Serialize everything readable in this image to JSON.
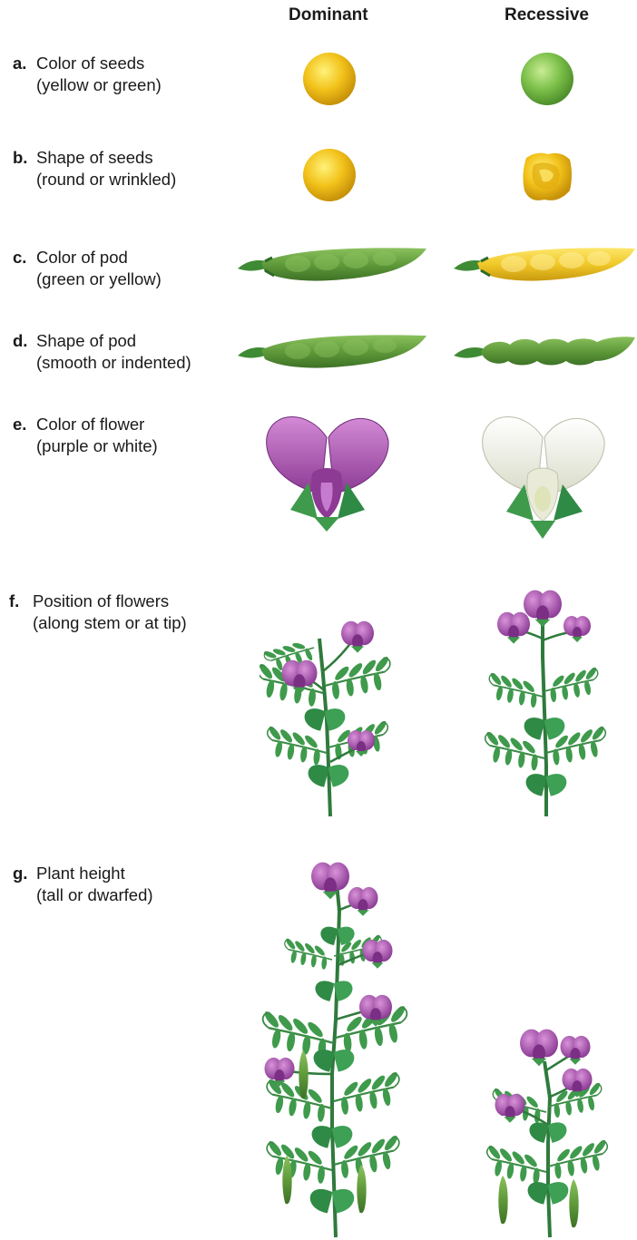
{
  "headers": {
    "dominant": "Dominant",
    "recessive": "Recessive"
  },
  "traits": [
    {
      "letter": "a.",
      "name": "Color of seeds",
      "options": "(yellow or green)"
    },
    {
      "letter": "b.",
      "name": "Shape of seeds",
      "options": "(round or wrinkled)"
    },
    {
      "letter": "c.",
      "name": "Color of pod",
      "options": "(green or yellow)"
    },
    {
      "letter": "d.",
      "name": "Shape of pod",
      "options": "(smooth or indented)"
    },
    {
      "letter": "e.",
      "name": "Color of flower",
      "options": "(purple or white)"
    },
    {
      "letter": "f.",
      "name": "Position of flowers",
      "options": "(along stem or at tip)"
    },
    {
      "letter": "g.",
      "name": "Plant height",
      "options": "(tall or dwarfed)"
    }
  ],
  "colors": {
    "seed_yellow": "#f2c21a",
    "seed_green": "#7cc04a",
    "pod_green": "#5f9a3a",
    "pod_yellow": "#f0c828",
    "flower_purple": "#a24fa8",
    "flower_white": "#f2f3ec",
    "leaf_green": "#3f9a4c",
    "stem_green": "#2f7a3c"
  }
}
